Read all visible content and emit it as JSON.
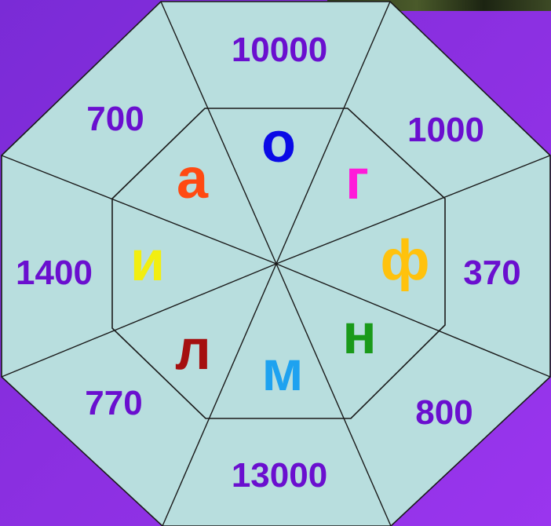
{
  "outer_values": [
    "10000",
    "1000",
    "370",
    "800",
    "13000",
    "770",
    "1400",
    "700"
  ],
  "inner_letters": [
    {
      "text": "о",
      "color": "#0a0ae6"
    },
    {
      "text": "г",
      "color": "#ff1ad9"
    },
    {
      "text": "ф",
      "color": "#ffc20d"
    },
    {
      "text": "н",
      "color": "#1a9a1a"
    },
    {
      "text": "м",
      "color": "#1ea2f0"
    },
    {
      "text": "л",
      "color": "#a50f0f"
    },
    {
      "text": "и",
      "color": "#f2ee10"
    },
    {
      "text": "а",
      "color": "#ff4a12"
    }
  ],
  "colors": {
    "octagon_fill": "#b8dede",
    "outline": "#1a1a1a",
    "number_text": "#6a0fcf",
    "background": "#8a2fe0"
  }
}
